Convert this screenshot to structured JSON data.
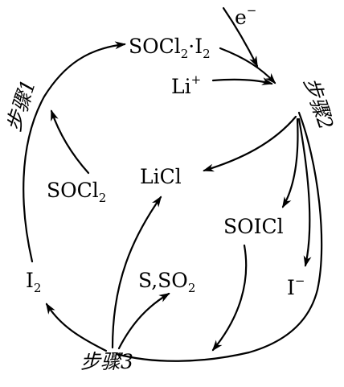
{
  "species": {
    "socl2_i2": {
      "a": "SOCl",
      "a_sub": "2",
      "b": "·I",
      "b_sub": "2"
    },
    "electron": {
      "base": "e",
      "sup": "−"
    },
    "li_ion": {
      "base": "Li",
      "sup": "+"
    },
    "licl": "LiCl",
    "socl2": {
      "base": "SOCl",
      "sub": "2"
    },
    "soicl": "SOICl",
    "i2": {
      "base": "I",
      "sub": "2"
    },
    "iodide": {
      "base": "I",
      "sup": "−"
    },
    "s_so2": {
      "base": "S,SO",
      "sub": "2"
    }
  },
  "steps": {
    "step1": "步骤1",
    "step2": "步骤2",
    "step3": "步骤3"
  }
}
